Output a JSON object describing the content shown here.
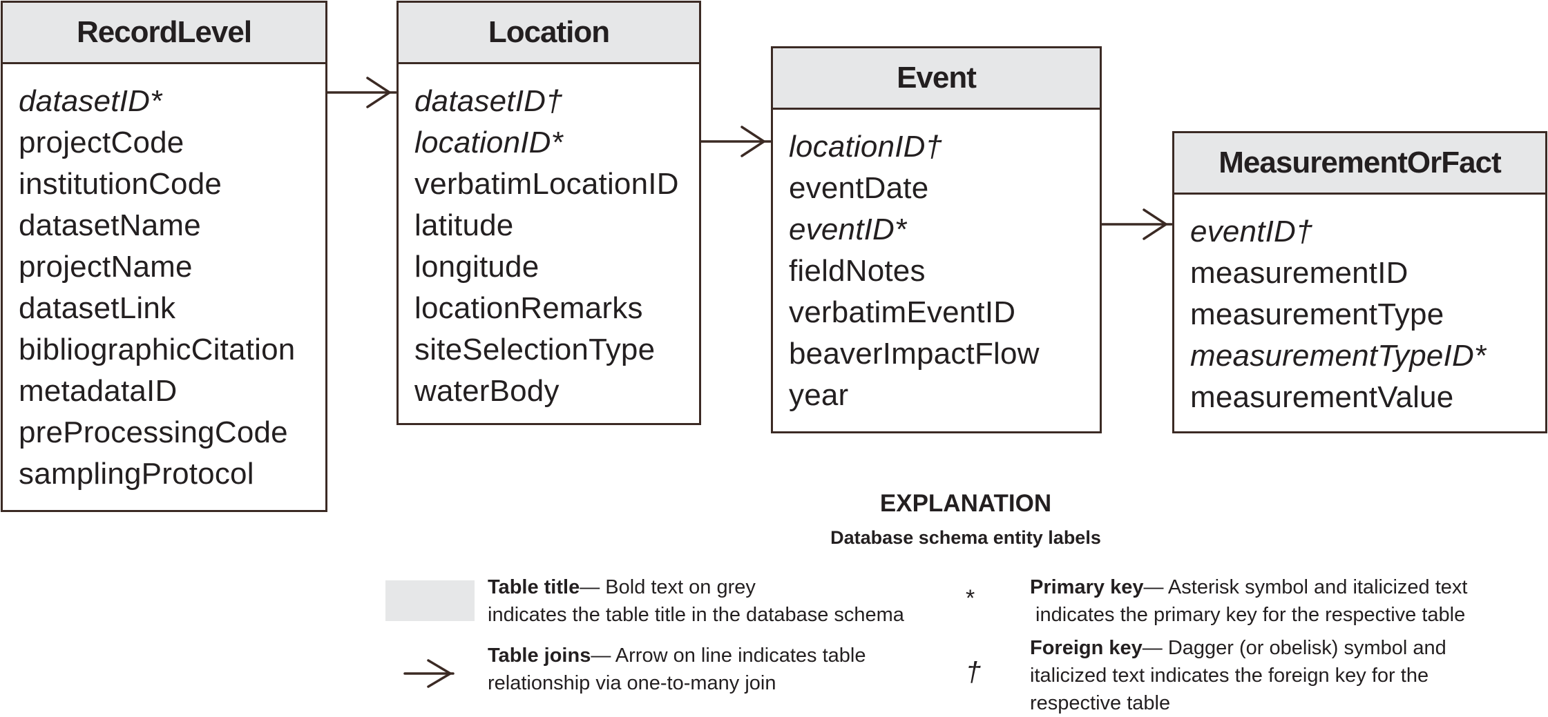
{
  "tables": [
    {
      "title": "RecordLevel",
      "fields": [
        {
          "name": "datasetID*",
          "key": true
        },
        {
          "name": "projectCode",
          "key": false
        },
        {
          "name": "institutionCode",
          "key": false
        },
        {
          "name": "datasetName",
          "key": false
        },
        {
          "name": "projectName",
          "key": false
        },
        {
          "name": "datasetLink",
          "key": false
        },
        {
          "name": "bibliographicCitation",
          "key": false
        },
        {
          "name": "metadataID",
          "key": false
        },
        {
          "name": "preProcessingCode",
          "key": false
        },
        {
          "name": "samplingProtocol",
          "key": false
        }
      ]
    },
    {
      "title": "Location",
      "fields": [
        {
          "name": "datasetID†",
          "key": true
        },
        {
          "name": "locationID*",
          "key": true
        },
        {
          "name": "verbatimLocationID",
          "key": false
        },
        {
          "name": "latitude",
          "key": false
        },
        {
          "name": "longitude",
          "key": false
        },
        {
          "name": "locationRemarks",
          "key": false
        },
        {
          "name": "siteSelectionType",
          "key": false
        },
        {
          "name": "waterBody",
          "key": false
        }
      ]
    },
    {
      "title": "Event",
      "fields": [
        {
          "name": "locationID†",
          "key": true
        },
        {
          "name": "eventDate",
          "key": false
        },
        {
          "name": "eventID*",
          "key": true
        },
        {
          "name": "fieldNotes",
          "key": false
        },
        {
          "name": "verbatimEventID",
          "key": false
        },
        {
          "name": "beaverImpactFlow",
          "key": false
        },
        {
          "name": "year",
          "key": false
        }
      ]
    },
    {
      "title": "MeasurementOrFact",
      "fields": [
        {
          "name": "eventID†",
          "key": true
        },
        {
          "name": "measurementID",
          "key": false
        },
        {
          "name": "measurementType",
          "key": false
        },
        {
          "name": "measurementTypeID*",
          "key": true
        },
        {
          "name": "measurementValue",
          "key": false
        }
      ]
    }
  ],
  "explanation": {
    "title": "EXPLANATION",
    "subtitle": "Database schema entity labels",
    "table_title": {
      "term": "Table title",
      "line1": "— Bold text on grey",
      "line2": "indicates the table title in the database schema"
    },
    "table_joins": {
      "term": "Table joins",
      "line1": "— Arrow on line indicates table",
      "line2": "relationship via one-to-many join"
    },
    "primary_key": {
      "symbol": "*",
      "term": "Primary key",
      "line1": "— Asterisk symbol and italicized text",
      "line2": " indicates the primary key for the respective table"
    },
    "foreign_key": {
      "symbol": "†",
      "term": "Foreign key",
      "line1": "— Dagger (or obelisk) symbol and",
      "line2": "italicized text indicates the foreign key for the",
      "line3": "respective table"
    }
  },
  "colors": {
    "border": "#3b2a24",
    "title_fill": "#e6e7e8",
    "text": "#231f20"
  }
}
